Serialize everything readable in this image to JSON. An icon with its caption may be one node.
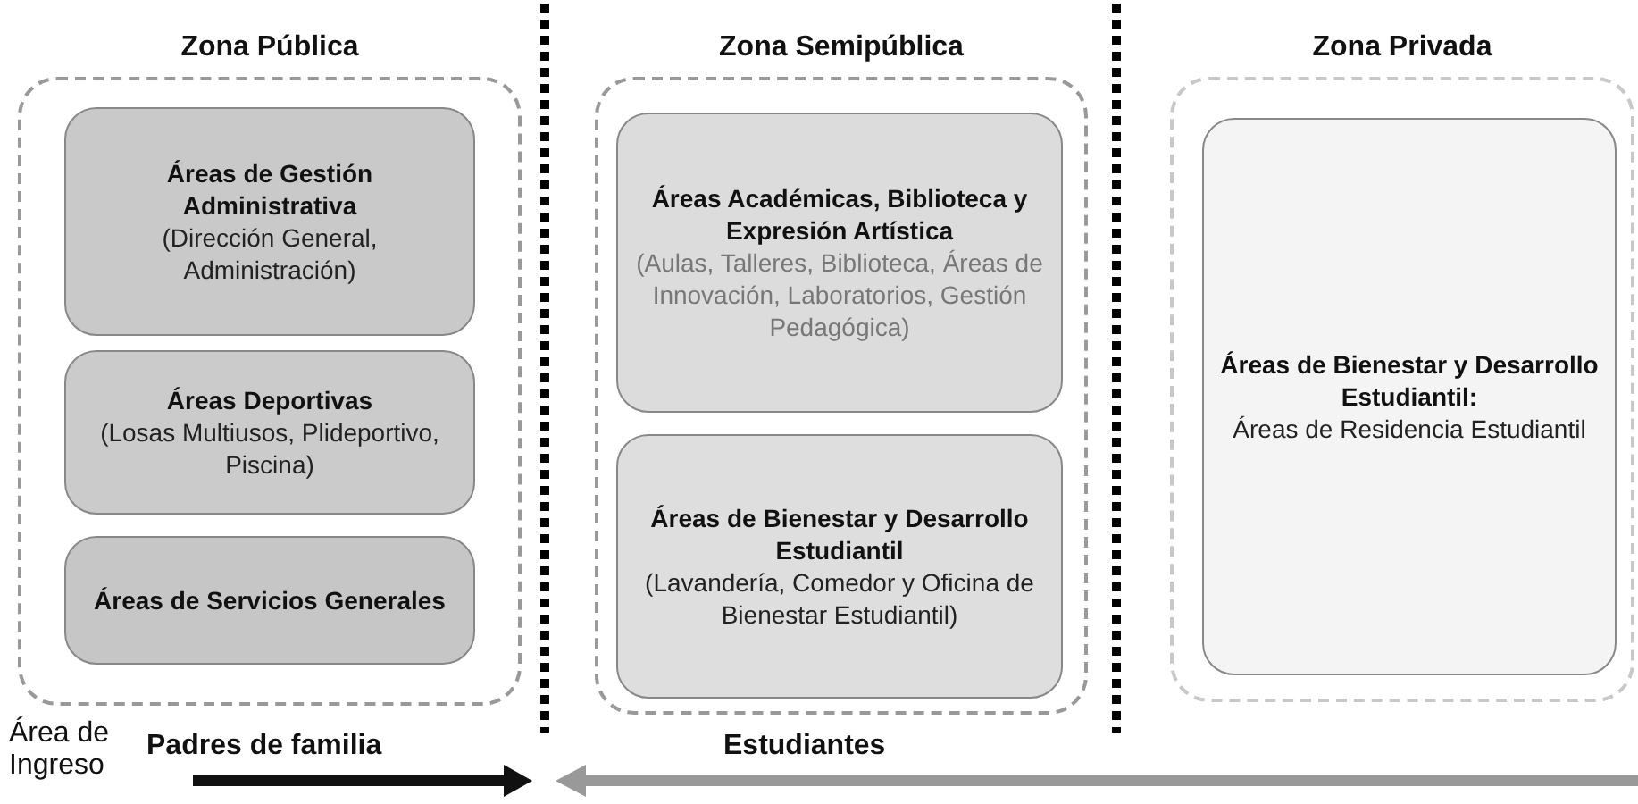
{
  "diagram": {
    "nodes": [
      {
        "text": [
          "Zona Pública"
        ]
      },
      {
        "text": [
          "Áreas de Gestión Administrativa",
          "(Dirección General, Administración)"
        ],
        "in": 0
      },
      {
        "text": [
          "Áreas Deportivas",
          "(Losas Multiusos, Plideportivo, Piscina)"
        ],
        "in": 0
      },
      {
        "text": [
          "Áreas de Servicios Generales"
        ],
        "in": 0
      },
      {
        "text": [
          "Zona Semipública"
        ]
      },
      {
        "text": [
          "Áreas Académicas, Biblioteca y Expresión Artística",
          "(Aulas, Talleres, Biblioteca, Áreas de Innovación, Laboratorios, Gestión Pedagógica)"
        ],
        "in": 4
      },
      {
        "text": [
          "Áreas de Bienestar y Desarrollo Estudiantil",
          "(Lavandería, Comedor y Oficina de Bienestar Estudiantil)"
        ],
        "in": 4
      },
      {
        "text": [
          "Zona Privada"
        ]
      },
      {
        "text": [
          "Áreas de Bienestar y Desarrollo Estudiantil:",
          "Áreas de Residencia Estudiantil"
        ],
        "in": 7
      }
    ],
    "labels": [
      "Área de Ingreso",
      "Padres de familia",
      "Estudiantes"
    ]
  }
}
